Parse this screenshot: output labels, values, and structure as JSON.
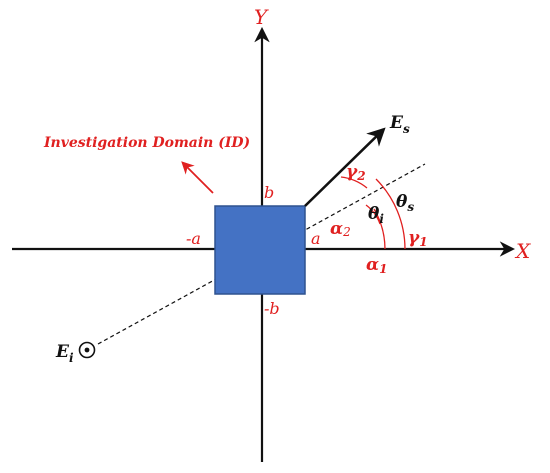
{
  "axes": {
    "x_label": "X",
    "y_label": "Y"
  },
  "domain_label": "Investigation Domain (ID)",
  "box_labels": {
    "b": "b",
    "neg_b": "-b",
    "a": "a",
    "neg_a": "-a"
  },
  "fields": {
    "scattered_main": "E",
    "scattered_sub": "s",
    "incident_main": "E",
    "incident_sub": "i"
  },
  "angles": {
    "gamma2_main": "γ",
    "gamma2_sub": "2",
    "gamma1_main": "γ",
    "gamma1_sub": "1",
    "alpha2_main": "α",
    "alpha2_sub": "2",
    "alpha1_main": "α",
    "alpha1_sub": "1",
    "theta_s_main": "θ",
    "theta_s_sub": "s",
    "theta_i_main": "θ",
    "theta_i_sub": "i"
  },
  "colors": {
    "domain_fill": "#4472c4",
    "domain_stroke": "#2f528f",
    "annotation": "#e02020",
    "axis": "#111111"
  }
}
